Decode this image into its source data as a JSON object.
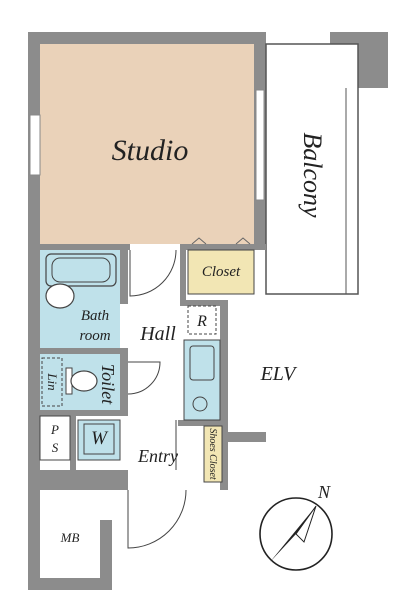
{
  "rooms": {
    "studio": "Studio",
    "balcony": "Balcony",
    "closet": "Closet",
    "bathroom_line1": "Bath",
    "bathroom_line2": "room",
    "hall": "Hall",
    "toilet": "Toilet",
    "linen": "Lin",
    "refrigerator": "R",
    "elevator": "ELV",
    "pipe_space_p": "P",
    "pipe_space_s": "S",
    "washer": "W",
    "entry": "Entry",
    "shoes_closet": "Shoes Closet",
    "meter_box": "MB"
  },
  "compass": {
    "north_label": "N"
  },
  "colors": {
    "wall": "#8c8c8c",
    "studio_floor": "#ead2b9",
    "wet_area": "#bfe1ea",
    "closet": "#f2e6b4",
    "balcony_floor": "#ffffff"
  }
}
